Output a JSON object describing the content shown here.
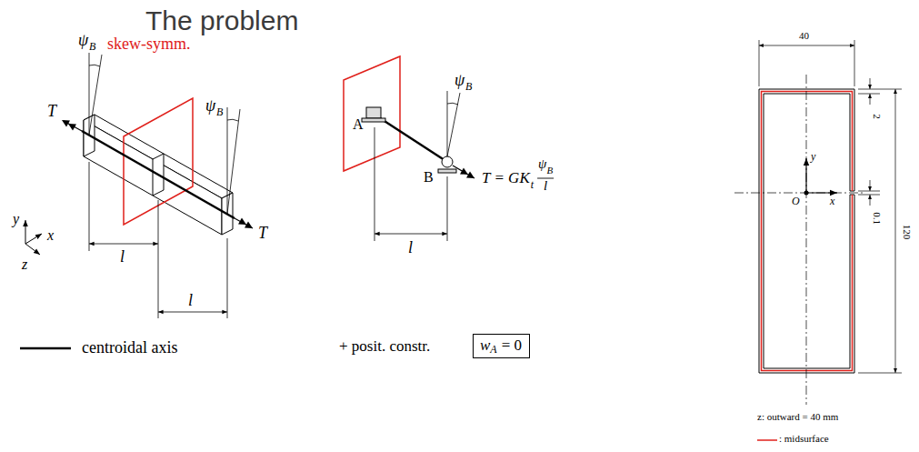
{
  "diagram": {
    "title": "The problem",
    "nodes": [
      {
        "text": [
          "w",
          "A",
          "= 0"
        ]
      }
    ],
    "labels": [
      "ψ",
      "B",
      "skew-symm.",
      "ψ",
      "B",
      "T",
      "T",
      "y",
      "x",
      "z",
      "l",
      "l",
      "ψ",
      "B",
      "A",
      "B",
      "T = GK",
      "t",
      "ψ",
      "B",
      "l",
      "l",
      "+ posit. constr.",
      "40",
      "2",
      "120",
      "0.1",
      "y",
      "x",
      "O",
      "z: outward = 40 mm"
    ],
    "legend": [
      {
        "text": "centroidal axis"
      },
      {
        "text": ": midsurface"
      }
    ]
  }
}
